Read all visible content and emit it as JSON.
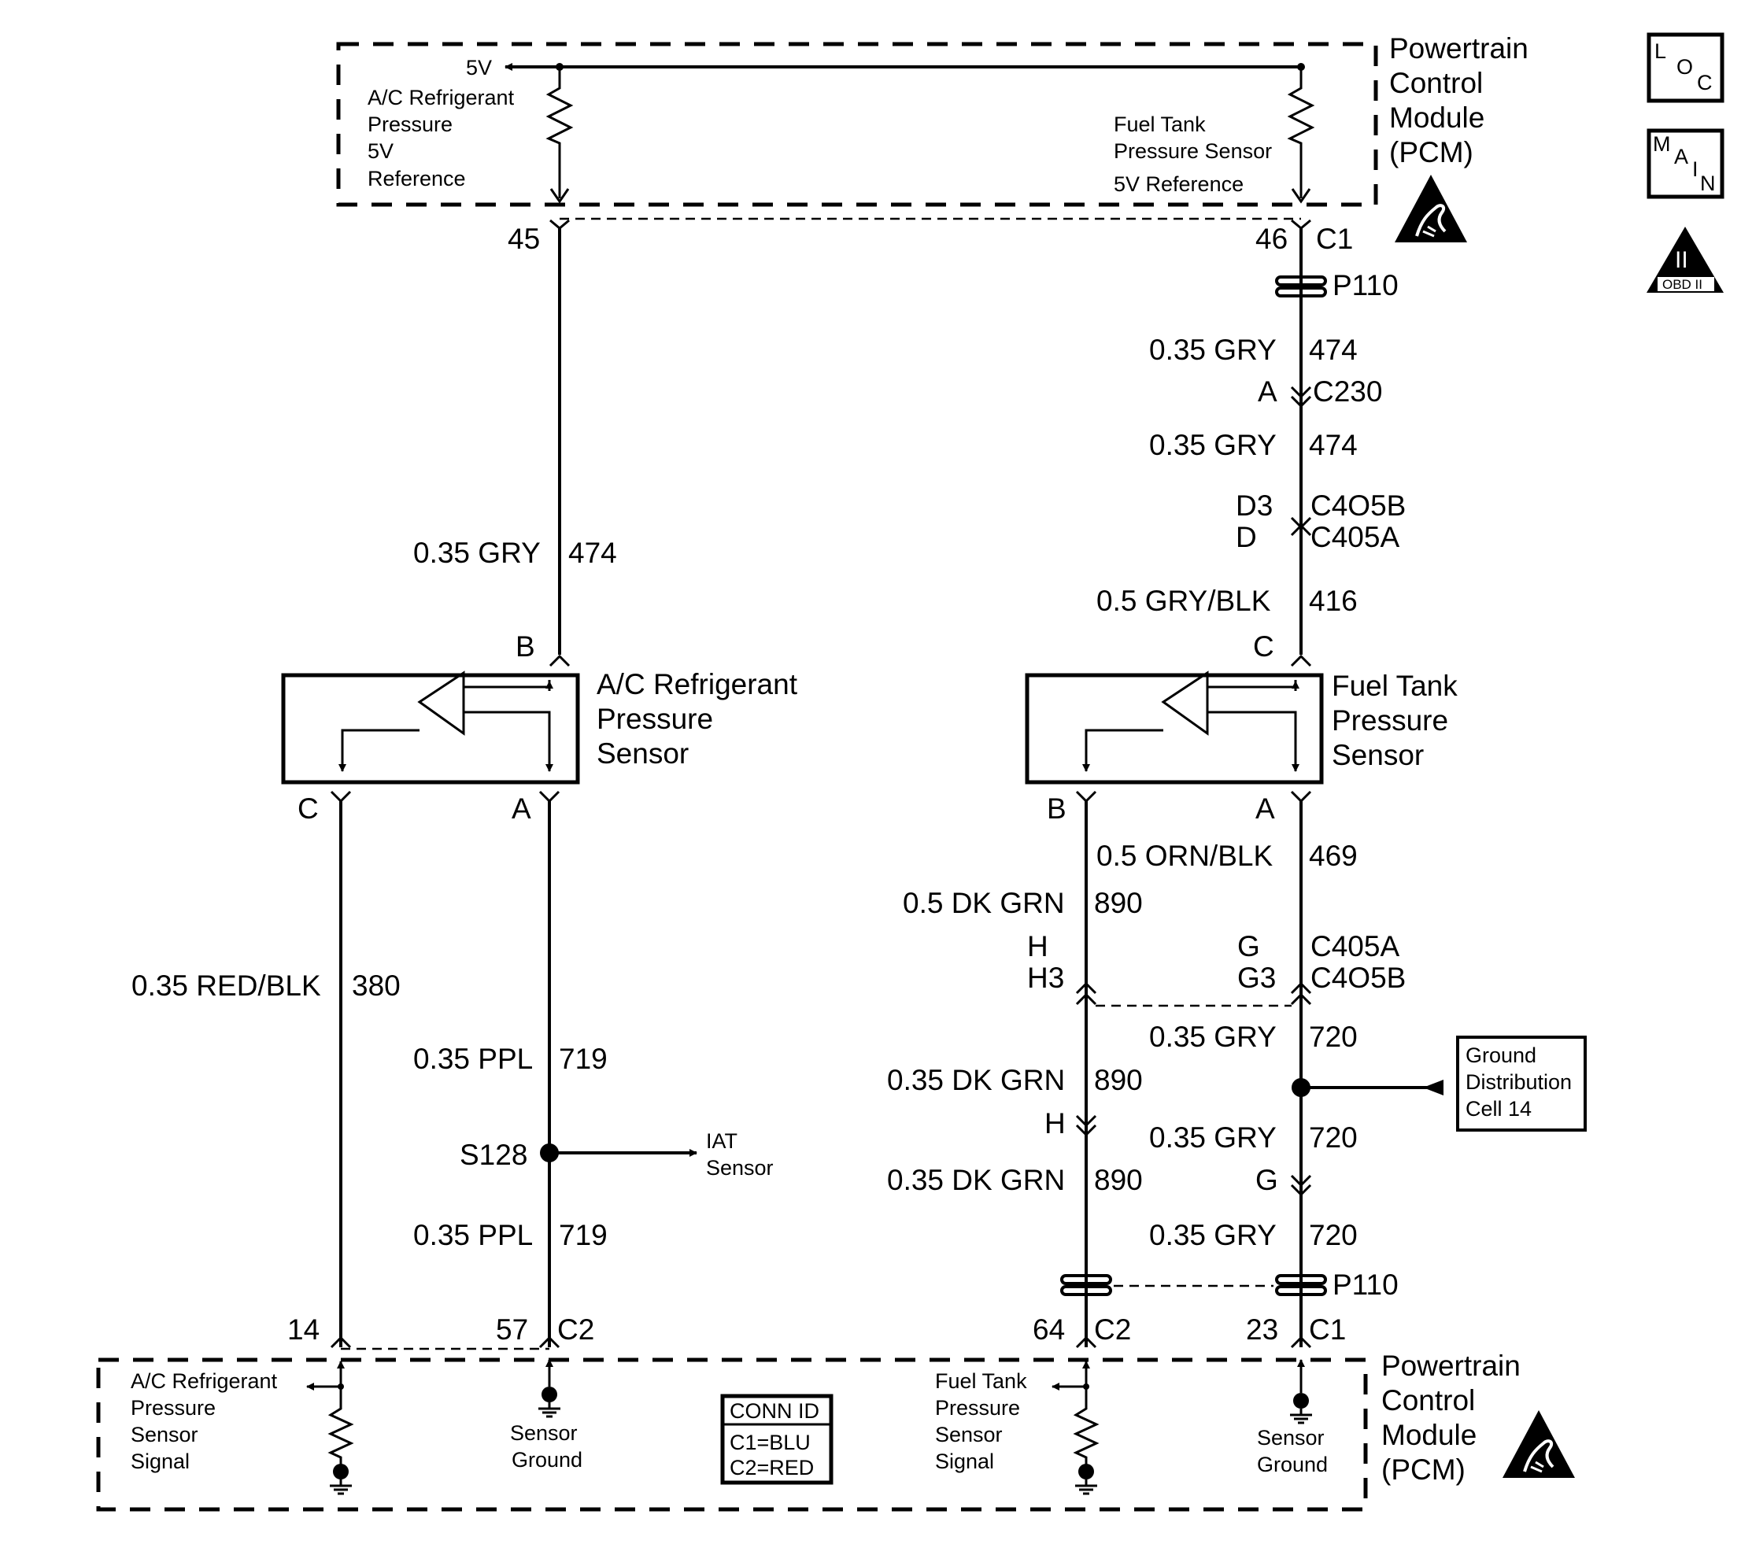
{
  "pcm_top": {
    "title_lines": [
      "Powertrain",
      "Control",
      "Module",
      "(PCM)"
    ],
    "five_v": "5V",
    "ac_ref_lines": [
      "A/C Refrigerant",
      "Pressure",
      "5V",
      "Reference"
    ],
    "ft_ref_lines": [
      "Fuel Tank",
      "Pressure Sensor",
      "5V Reference"
    ],
    "pin_left": "45",
    "pin_right": "46",
    "conn": "C1"
  },
  "badges": {
    "loc": [
      "L",
      "O",
      "C"
    ],
    "main": [
      "M",
      "A",
      "I",
      "N"
    ],
    "obd": "OBD II",
    "obd_num": "II"
  },
  "right_upper": {
    "p110": "P110",
    "w1_label": "0.35 GRY",
    "w1_num": "474",
    "c230_pin": "A",
    "c230": "C230",
    "w2_label": "0.35 GRY",
    "w2_num": "474",
    "c405_pin_b": "D3",
    "c405_b": "C4O5B",
    "c405_pin_a": "D",
    "c405_a": "C405A",
    "w3_label": "0.5 GRY/BLK",
    "w3_num": "416",
    "sensor_pin": "C"
  },
  "left_upper": {
    "w_label": "0.35 GRY",
    "w_num": "474",
    "sensor_pin": "B"
  },
  "ac_sensor": {
    "title_lines": [
      "A/C Refrigerant",
      "Pressure",
      "Sensor"
    ],
    "pin_c": "C",
    "pin_a": "A"
  },
  "ft_sensor": {
    "title_lines": [
      "Fuel Tank",
      "Pressure",
      "Sensor"
    ],
    "pin_b": "B",
    "pin_a": "A"
  },
  "left_lower": {
    "w380_label": "0.35 RED/BLK",
    "w380_num": "380",
    "w719a_label": "0.35 PPL",
    "w719a_num": "719",
    "splice": "S128",
    "iat_lines": [
      "IAT",
      "Sensor"
    ],
    "w719b_label": "0.35 PPL",
    "w719b_num": "719"
  },
  "right_lower": {
    "w469_label": "0.5 ORN/BLK",
    "w469_num": "469",
    "w890a_label": "0.5 DK GRN",
    "w890a_num": "890",
    "pin_h": "H",
    "pin_h3": "H3",
    "pin_g": "G",
    "pin_g3": "G3",
    "c405a": "C405A",
    "c405b": "C4O5B",
    "w720a_label": "0.35 GRY",
    "w720a_num": "720",
    "w890b_label": "0.35 DK GRN",
    "w890b_num": "890",
    "gnd_lines": [
      "Ground",
      "Distribution",
      "Cell 14"
    ],
    "w720b_label": "0.35 GRY",
    "w720b_num": "720",
    "c230_h": "H",
    "c230_g": "G",
    "w890c_label": "0.35 DK GRN",
    "w890c_num": "890",
    "w720c_label": "0.35 GRY",
    "w720c_num": "720",
    "p110": "P110"
  },
  "pcm_bottom": {
    "title_lines": [
      "Powertrain",
      "Control",
      "Module",
      "(PCM)"
    ],
    "pin14": "14",
    "pin57": "57",
    "pin64": "64",
    "pin23": "23",
    "c2a": "C2",
    "c2b": "C2",
    "c1": "C1",
    "ac_sig_lines": [
      "A/C Refrigerant",
      "Pressure",
      "Sensor",
      "Signal"
    ],
    "gnd1_lines": [
      "Sensor",
      "Ground"
    ],
    "ft_sig_lines": [
      "Fuel Tank",
      "Pressure",
      "Sensor",
      "Signal"
    ],
    "gnd2_lines": [
      "Sensor",
      "Ground"
    ],
    "conn_id": [
      "CONN ID",
      "C1=BLU",
      "C2=RED"
    ]
  }
}
